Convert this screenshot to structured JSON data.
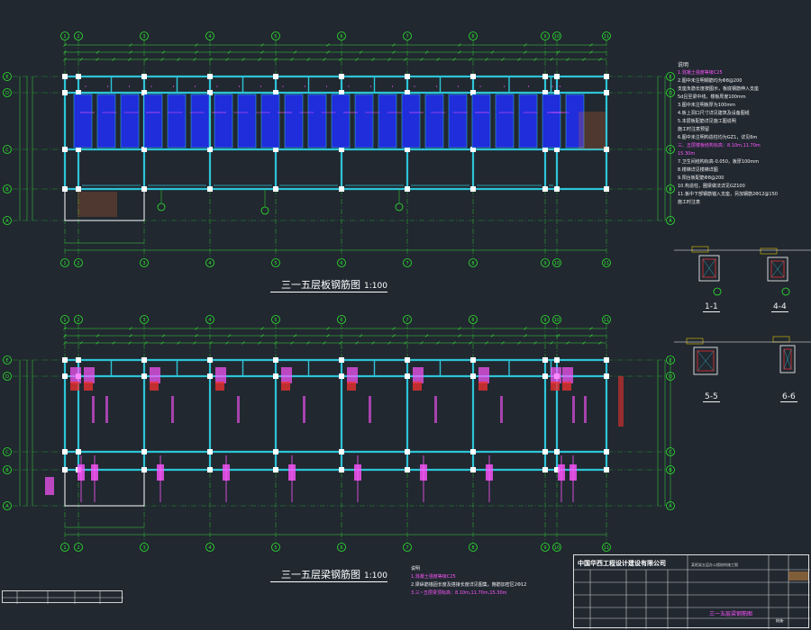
{
  "drawing_top": {
    "title": "三一五层板钢筋图",
    "scale": "1:100"
  },
  "drawing_bottom": {
    "title": "三一五层梁钢筋图",
    "scale": "1:100"
  },
  "axis_labels": {
    "columns": [
      "1",
      "2",
      "3",
      "4",
      "5",
      "6",
      "7",
      "8",
      "9",
      "10",
      "11"
    ],
    "rows": [
      "A",
      "B",
      "C",
      "D",
      "E"
    ]
  },
  "sections": [
    "1-1",
    "4-4",
    "5-5",
    "6-6"
  ],
  "notes": {
    "header": "说明",
    "lines": [
      {
        "text": "1.混凝土强度等级C25",
        "hl": true
      },
      {
        "text": "2.图中未注明钢筋均为Φ8@200",
        "hl": false
      },
      {
        "text": "  支座负筋长度按图示，板底钢筋伸入支座",
        "hl": false
      },
      {
        "text": "  5d且至梁中线，楼板厚度100mm",
        "hl": false
      },
      {
        "text": "3.图中未注明板厚为100mm",
        "hl": false
      },
      {
        "text": "4.板上洞口尺寸详见建筑及设备图纸",
        "hl": false
      },
      {
        "text": "5.本层板配筋详见施工图说明",
        "hl": false
      },
      {
        "text": "  施工时注意预留",
        "hl": false
      },
      {
        "text": "6.图中未注明构造柱均为GZ1，详见6m",
        "hl": false
      },
      {
        "text": "三、五层楼板结构标高：8.10m,11.70m",
        "hl": true
      },
      {
        "text": "  15.30m",
        "hl": true
      },
      {
        "text": "7.卫生间结构标高-0.050，板厚100mm",
        "hl": false
      },
      {
        "text": "8.楼梯详见楼梯详图",
        "hl": false
      },
      {
        "text": "9.阳台板配筋Φ8@200",
        "hl": false
      },
      {
        "text": "10.构造柱，圈梁做法详见GZ100",
        "hl": false
      },
      {
        "text": "11.板中下部钢筋锚入支座，另加钢筋2Φ12@150",
        "hl": false
      },
      {
        "text": "  施工时注意",
        "hl": false
      }
    ]
  },
  "bottom_notes": {
    "header": "说明",
    "lines": [
      {
        "text": "1.混凝土强度等级C25",
        "hl": true
      },
      {
        "text": "2.梁纵筋锚固长度及搭接长度详见图集，箍筋加密区2Φ12",
        "hl": false
      },
      {
        "text": "3.三~五层梁顶标高：8.10m,11.70m,15.30m",
        "hl": true
      }
    ]
  },
  "title_block": {
    "company": "中国华西工程设计建设有限公司",
    "project": "某框架五层办公楼结构施工图",
    "sheet": "三一五层梁钢筋图",
    "sheet_no": "结施-"
  },
  "colors": {
    "background": "#212830",
    "axis": "#2ee82e",
    "beam": "#2ec4d6",
    "highlight": "#ff55ff",
    "dim": "#3ad93a",
    "slab_fill": "#1f2ddb",
    "red": "#e83030",
    "stair": "#d96a30"
  }
}
